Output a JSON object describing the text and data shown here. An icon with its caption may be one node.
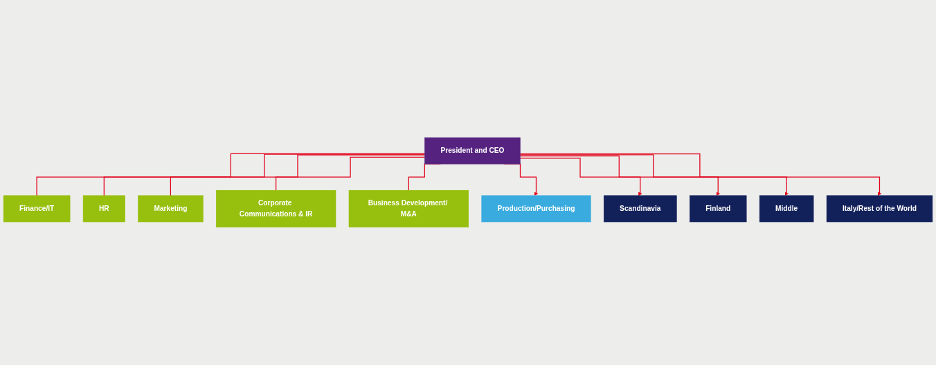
{
  "diagram": {
    "nodes": [
      {
        "text": [
          "President and CEO"
        ]
      },
      {
        "text": [
          "Finance/IT"
        ]
      },
      {
        "text": [
          "HR"
        ]
      },
      {
        "text": [
          "Marketing"
        ]
      },
      {
        "text": [
          "Corporate Communications & IR"
        ]
      },
      {
        "text": [
          "Business Development/ M&A"
        ]
      },
      {
        "text": [
          "Production/Purchasing"
        ]
      },
      {
        "text": [
          "Scandinavia"
        ]
      },
      {
        "text": [
          "Finland"
        ]
      },
      {
        "text": [
          "Middle"
        ]
      },
      {
        "text": [
          "Italy/Rest of the World"
        ]
      }
    ],
    "edges": [
      {
        "from": 0,
        "to": 1,
        "arrow": "none"
      },
      {
        "from": 0,
        "to": 2,
        "arrow": "none"
      },
      {
        "from": 0,
        "to": 3,
        "arrow": "none"
      },
      {
        "from": 0,
        "to": 4,
        "arrow": "none"
      },
      {
        "from": 0,
        "to": 5,
        "arrow": "none"
      },
      {
        "from": 0,
        "to": 6,
        "arrow": "to"
      },
      {
        "from": 0,
        "to": 7,
        "arrow": "to"
      },
      {
        "from": 0,
        "to": 8,
        "arrow": "to"
      },
      {
        "from": 0,
        "to": 9,
        "arrow": "to"
      },
      {
        "from": 0,
        "to": 10,
        "arrow": "to"
      }
    ]
  }
}
